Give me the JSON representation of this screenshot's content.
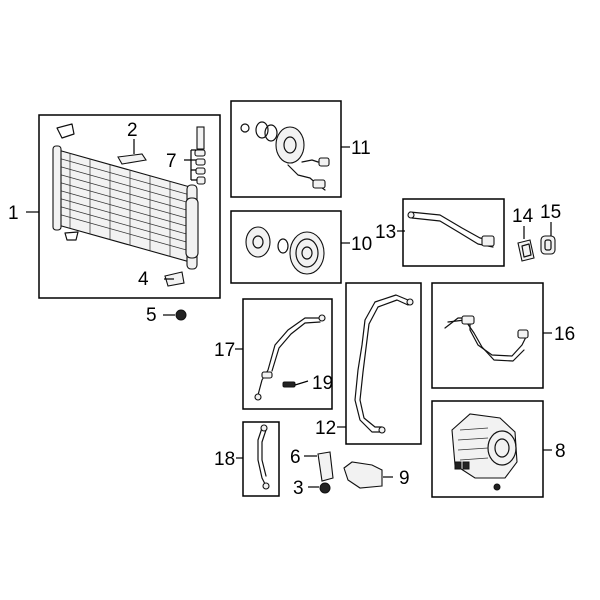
{
  "callouts": {
    "c1": "1",
    "c2": "2",
    "c3": "3",
    "c4": "4",
    "c5": "5",
    "c6": "6",
    "c7": "7",
    "c8": "8",
    "c9": "9",
    "c10": "10",
    "c11": "11",
    "c12": "12",
    "c13": "13",
    "c14": "14",
    "c15": "15",
    "c16": "16",
    "c17": "17",
    "c18": "18",
    "c19": "19"
  },
  "icons": [
    "condenser-icon",
    "clutch-icon",
    "pulley-icon",
    "compressor-icon",
    "hose-icon",
    "pipe-icon",
    "bracket-icon",
    "seal-icon",
    "bolt-icon",
    "nut-icon"
  ]
}
